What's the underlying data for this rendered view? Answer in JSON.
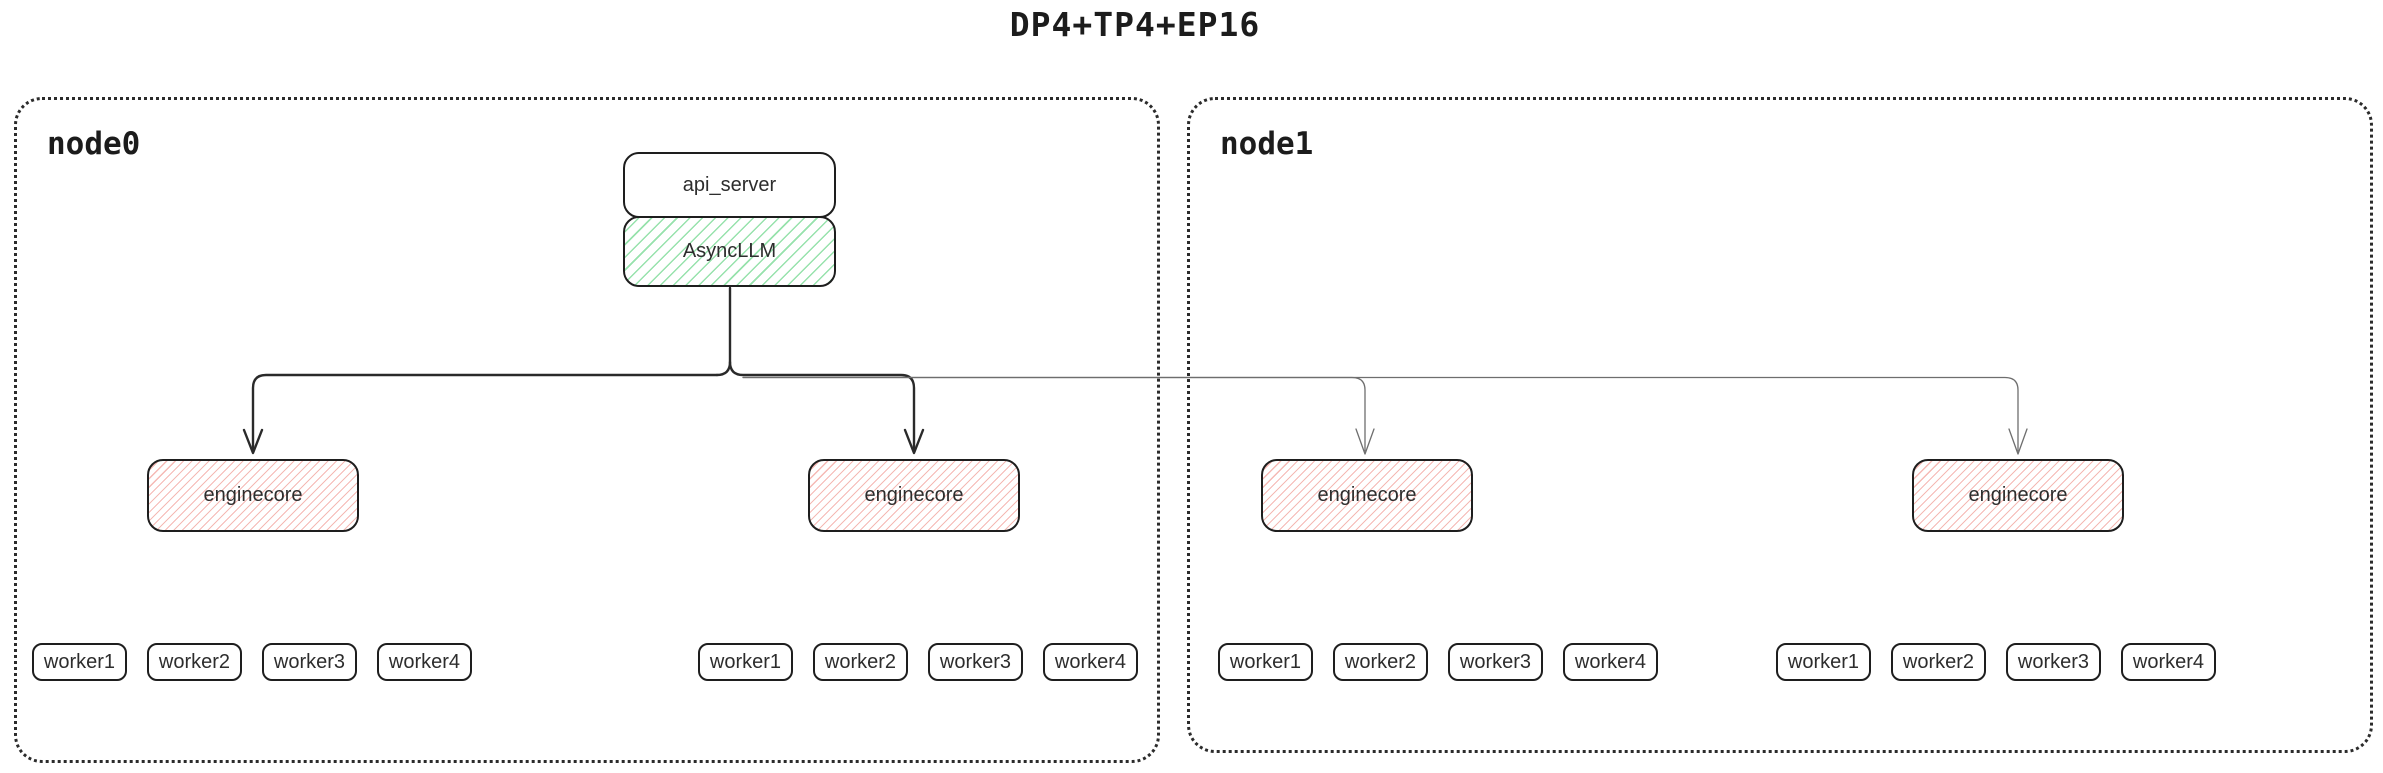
{
  "title": "DP4+TP4+EP16",
  "colors": {
    "box_border": "#1e1e1e",
    "green_hatch": "#97e2ac",
    "pink_hatch": "#f5b9b4",
    "bold_line": "#2a2a2a",
    "thin_line": "#6e6e6e",
    "container_border": "#2b2b2b",
    "text": "#2d2d2d"
  },
  "nodes": [
    {
      "label": "node0",
      "api_server": "api_server",
      "asyncllm": "AsyncLLM",
      "enginecores": [
        {
          "label": "enginecore",
          "workers": [
            "worker1",
            "worker2",
            "worker3",
            "worker4"
          ]
        },
        {
          "label": "enginecore",
          "workers": [
            "worker1",
            "worker2",
            "worker3",
            "worker4"
          ]
        }
      ]
    },
    {
      "label": "node1",
      "enginecores": [
        {
          "label": "enginecore",
          "workers": [
            "worker1",
            "worker2",
            "worker3",
            "worker4"
          ]
        },
        {
          "label": "enginecore",
          "workers": [
            "worker1",
            "worker2",
            "worker3",
            "worker4"
          ]
        }
      ]
    }
  ]
}
